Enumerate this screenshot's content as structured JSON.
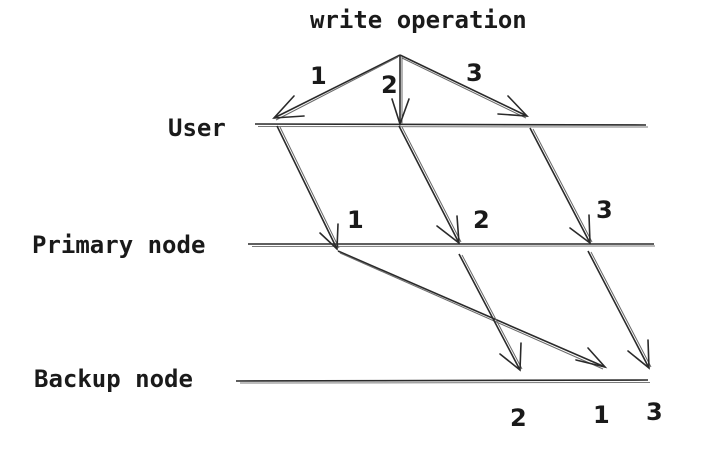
{
  "diagram": {
    "title": "write operation",
    "lanes": {
      "user": "User",
      "primary": "Primary node",
      "backup": "Backup node"
    },
    "user_arrow_labels": [
      "1",
      "2",
      "3"
    ],
    "primary_labels": [
      "1",
      "2",
      "3"
    ],
    "backup_labels": [
      "2",
      "1",
      "3"
    ]
  }
}
